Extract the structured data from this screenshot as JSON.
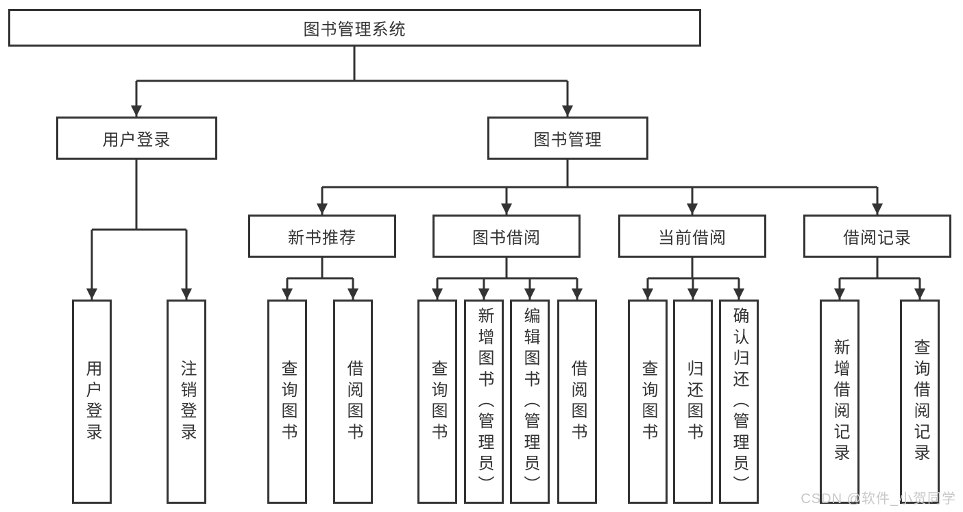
{
  "root_label": "图书管理系统",
  "branches": [
    {
      "label": "用户登录",
      "children": [
        "用户登录",
        "注销登录"
      ]
    },
    {
      "label": "图书管理",
      "groups": [
        {
          "label": "新书推荐",
          "children": [
            "查询图书",
            "借阅图书"
          ]
        },
        {
          "label": "图书借阅",
          "children": [
            "查询图书",
            "新增图书（管理员）",
            "编辑图书（管理员）",
            "借阅图书"
          ]
        },
        {
          "label": "当前借阅",
          "children": [
            "查询图书",
            "归还图书",
            "确认归还（管理员）"
          ]
        },
        {
          "label": "借阅记录",
          "children": [
            "新增借阅记录",
            "查询借阅记录"
          ]
        }
      ]
    }
  ],
  "watermark": "CSDN @软件_小贺同学",
  "colors": {
    "line": "#333333",
    "box_border": "#333333",
    "text": "#333333",
    "watermark_text": "#c8c8c8",
    "background": "#ffffff"
  }
}
